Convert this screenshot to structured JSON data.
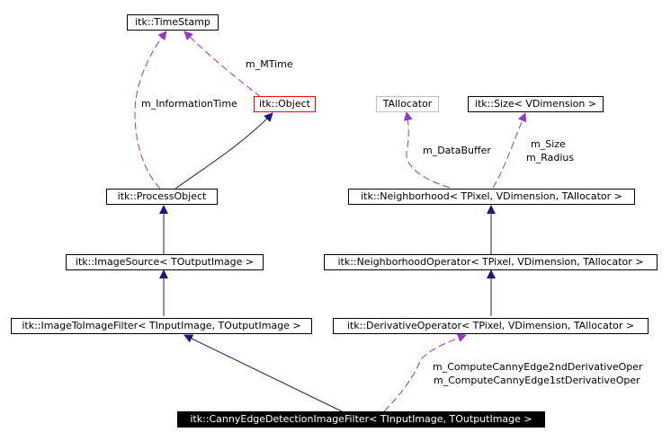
{
  "nodes": {
    "timestamp": "itk::TimeStamp",
    "object": "itk::Object",
    "process_object": "itk::ProcessObject",
    "image_source": "itk::ImageSource< TOutputImage >",
    "image_to_image_filter": "itk::ImageToImageFilter< TInputImage, TOutputImage >",
    "canny": "itk::CannyEdgeDetectionImageFilter< TInputImage, TOutputImage >",
    "tallocator": "TAllocator",
    "size": "itk::Size< VDimension >",
    "neighborhood": "itk::Neighborhood< TPixel, VDimension, TAllocator >",
    "neighborhood_operator": "itk::NeighborhoodOperator< TPixel, VDimension, TAllocator >",
    "derivative_operator": "itk::DerivativeOperator< TPixel, VDimension, TAllocator >"
  },
  "edge_labels": {
    "m_mtime": "m_MTime",
    "m_information_time": "m_InformationTime",
    "m_data_buffer": "m_DataBuffer",
    "m_size": "m_Size",
    "m_radius": "m_Radius",
    "m_2nd_deriv": "m_ComputeCannyEdge2ndDerivativeOper",
    "m_1st_deriv": "m_ComputeCannyEdge1stDerivativeOper"
  },
  "colors": {
    "inheritance": "#1a1a7a",
    "usage": "#9a32cd",
    "highlight_border": "#ff0000",
    "template_border": "#bfbfbf",
    "focus_fill": "#000000"
  }
}
